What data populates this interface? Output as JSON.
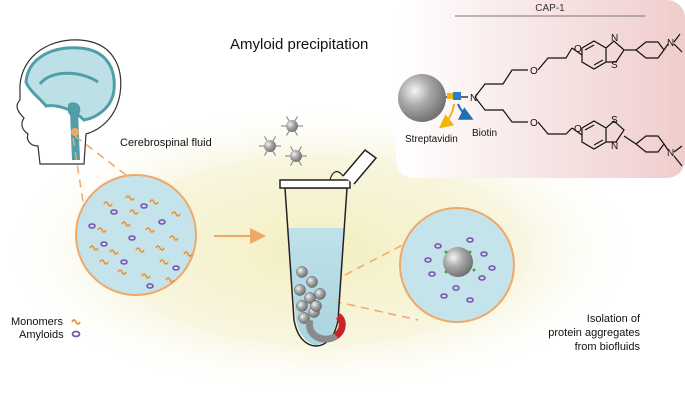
{
  "title": "Amyloid precipitation",
  "labels": {
    "csf": "Cerebrospinal fluid",
    "cap": "CAP-1",
    "streptavidin": "Streptavidin",
    "biotin": "Biotin",
    "isolation_line1": "Isolation of",
    "isolation_line2": "protein aggregates",
    "isolation_line3": "from biofluids"
  },
  "legend": {
    "monomers": "Monomers",
    "amyloids": "Amyloids"
  },
  "chem": {
    "n_center": "N",
    "o": "O",
    "s": "S",
    "n_ring": "N",
    "n_amine": "N"
  },
  "colors": {
    "glow": "#f3f0c8",
    "csf_fill": "#c4e3ea",
    "csf_border": "#f0a868",
    "brain_blue": "#4f9ea8",
    "brain_light": "#bde0e6",
    "monomer": "#f0912a",
    "amyloid": "#7a55b3",
    "bead": "#9a9a9a",
    "arrow": "#f0a868",
    "panel_start": "#ffffff",
    "panel_end": "#f2d3d3",
    "streptavidin": "#f2b705",
    "biotin": "#1f6fb2",
    "magnet_red": "#c8242b"
  }
}
